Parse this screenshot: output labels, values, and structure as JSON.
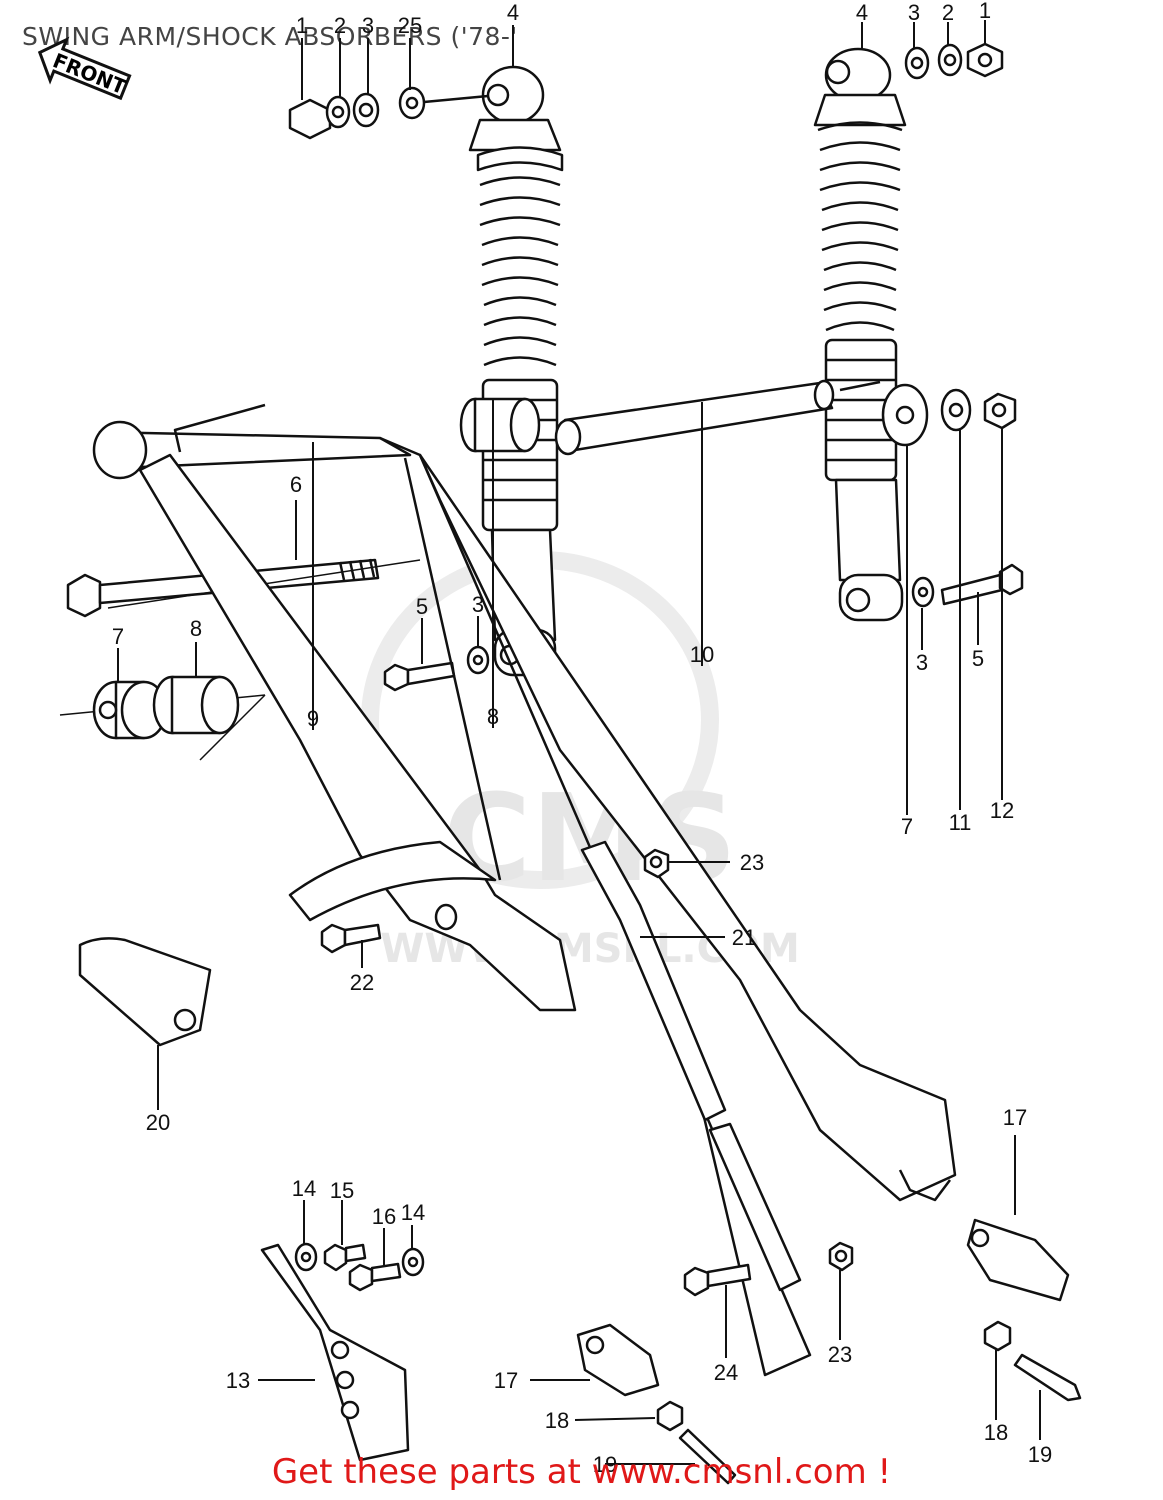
{
  "header": {
    "title": "SWING ARM/SHOCK ABSORBERS ('78-'"
  },
  "front_arrow": {
    "label": "FRONT"
  },
  "watermark": {
    "brand": "CMS",
    "url": "WWW.CMSNL.COM"
  },
  "callouts": {
    "c1a": "1",
    "c2a": "2",
    "c3a": "3",
    "c25": "25",
    "c4a": "4",
    "c4b": "4",
    "c3b": "3",
    "c2b": "2",
    "c1b": "1",
    "c6": "6",
    "c7a": "7",
    "c8a": "8",
    "c5a": "5",
    "c3c": "3",
    "c3d": "3",
    "c5b": "5",
    "c10": "10",
    "c9": "9",
    "c8b": "8",
    "c7b": "7",
    "c11": "11",
    "c12": "12",
    "c23a": "23",
    "c21": "21",
    "c22": "22",
    "c20": "20",
    "c17a": "17",
    "c14a": "14",
    "c15": "15",
    "c16": "16",
    "c14b": "14",
    "c24": "24",
    "c23b": "23",
    "c13": "13",
    "c17b": "17",
    "c18a": "18",
    "c19a": "19",
    "c18b": "18",
    "c19b": "19"
  },
  "footer": {
    "cta": "Get these parts at www.cmsnl.com !"
  },
  "colors": {
    "ink": "#111111",
    "cta": "#e01818",
    "watermark": "#e6e6e6"
  }
}
